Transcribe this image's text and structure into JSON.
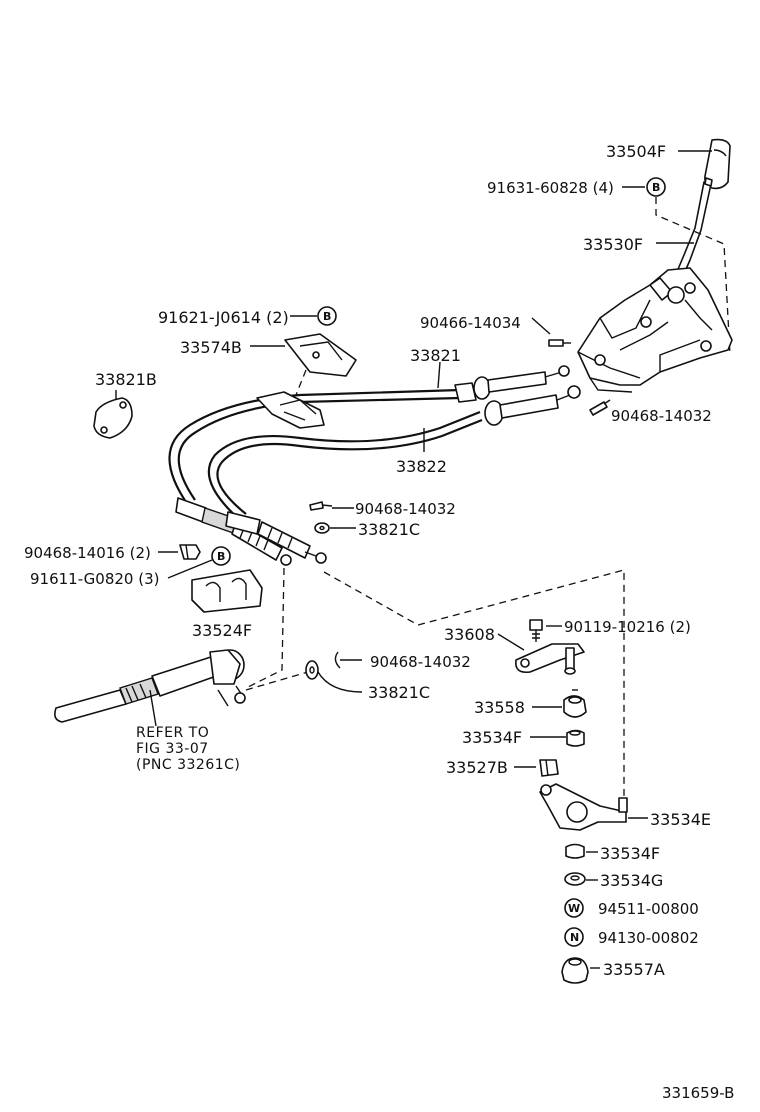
{
  "diagram": {
    "labels": {
      "knob": "33504F",
      "bolt_b_top": "91631-60828 (4)",
      "shift_lever": "33530F",
      "pin_upper": "90466-14034",
      "bolt_b_left": "91621-J0614 (2)",
      "cover_retainer": "33574B",
      "cable_select": "33821",
      "cover": "33821B",
      "cable_shift": "33822",
      "pin_right": "90468-14032",
      "pin_mid": "90468-14032",
      "washer_mid": "33821C",
      "clip": "90468-14016 (2)",
      "bolt_b_bracket": "91611-G0820 (3)",
      "bracket": "33524F",
      "lever_arm": "33608",
      "bolt_lever": "90119-10216 (2)",
      "pin_lower": "90468-14032",
      "washer_lower": "33821C",
      "bushing_33558": "33558",
      "bushing_33534f_top": "33534F",
      "clip_33527b": "33527B",
      "lever_33534e": "33534E",
      "bushing_33534f_bot": "33534F",
      "bushing_33534g": "33534G",
      "washer_w": "94511-00800",
      "nut_n": "94130-00802",
      "cap_33557a": "33557A",
      "refer_line1": "REFER TO",
      "refer_line2": "FIG 33-07",
      "refer_line3": "(PNC 33261C)",
      "diagram_id": "331659-B"
    },
    "markers": {
      "b": "B",
      "w": "W",
      "n": "N"
    }
  }
}
